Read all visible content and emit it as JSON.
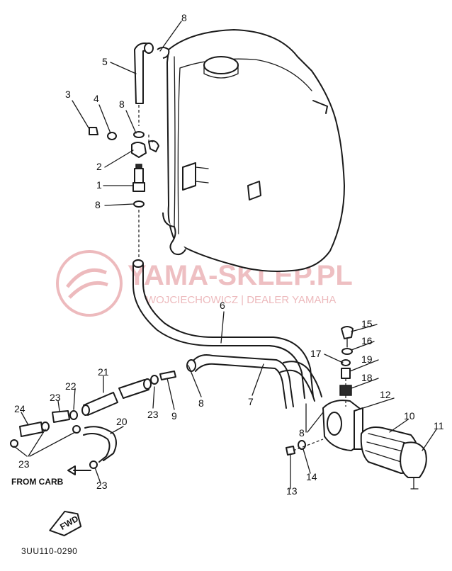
{
  "parts": [
    "1",
    "2",
    "3",
    "4",
    "5",
    "6",
    "7",
    "8",
    "8",
    "8",
    "8",
    "8",
    "9",
    "10",
    "11",
    "12",
    "13",
    "14",
    "15",
    "16",
    "17",
    "18",
    "19",
    "20",
    "21",
    "22",
    "23",
    "23",
    "23",
    "23",
    "24"
  ],
  "labels": {
    "from_carb": "FROM CARB",
    "fwd": "FWD",
    "diagram_code": "3UU110-0290"
  },
  "watermark": {
    "brand": "YAMA-SKLEP.PL",
    "dealer": "WOJCIECHOWICZ | DEALER YAMAHA",
    "color": "#e8a9ad"
  }
}
